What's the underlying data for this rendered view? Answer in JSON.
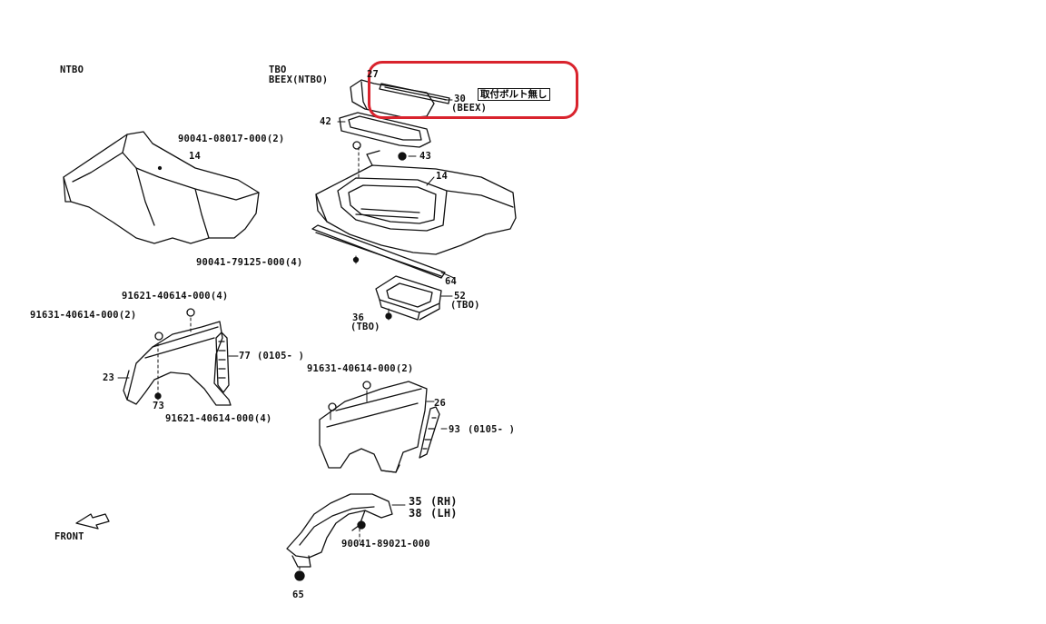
{
  "colors": {
    "line": "#111111",
    "highlight": "#d9232d",
    "background": "#ffffff"
  },
  "headers": {
    "ntbo": "NTBO",
    "tbo": "TBO",
    "beex_ntbo": "BEEX(NTBO)"
  },
  "note": {
    "text": "取付ボルト無し"
  },
  "labels": {
    "p27": "27",
    "p30": "30",
    "beex": "(BEEX)",
    "p42": "42",
    "bolt_08017": "90041-08017-000(2)",
    "p43": "43",
    "p14_left": "14",
    "p14_right": "14",
    "bolt_79125": "90041-79125-000(4)",
    "p64": "64",
    "p52": "52",
    "tbo_52": "(TBO)",
    "p36": "36",
    "tbo_36": "(TBO)",
    "bolt_91621_top": "91621-40614-000(4)",
    "bolt_91631_left": "91631-40614-000(2)",
    "p77": "77",
    "code_77": "(0105-    )",
    "p23": "23",
    "p73": "73",
    "bolt_91621_bottom": "91621-40614-000(4)",
    "bolt_91631_right": "91631-40614-000(2)",
    "p26": "26",
    "p93": "93",
    "code_93": "(0105-    )",
    "p35": "35",
    "rh": "(RH)",
    "p38": "38",
    "lh": "(LH)",
    "bolt_89021": "90041-89021-000",
    "p65": "65",
    "front": "FRONT"
  },
  "icons": {
    "front_arrow": "front-arrow-icon",
    "bolt": "bolt-icon",
    "nut": "nut-icon",
    "clip": "clip-icon"
  }
}
